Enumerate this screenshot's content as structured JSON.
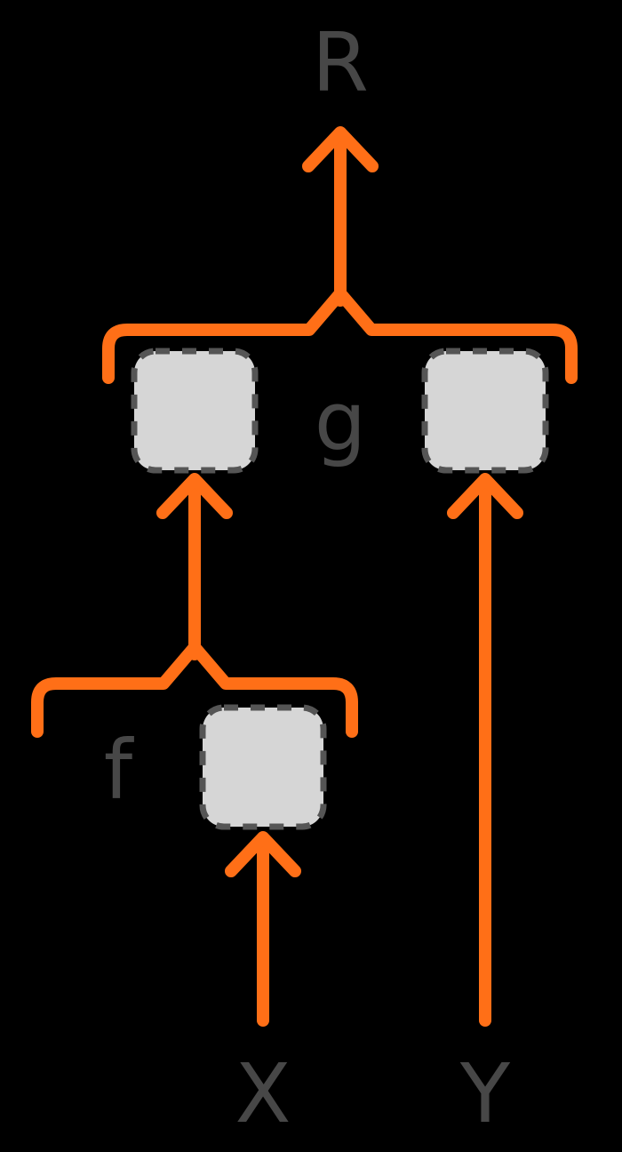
{
  "diagram": {
    "title": "Nested function composition block diagram",
    "background_color": "#000000",
    "wire_color": "#ff6f17",
    "box_fill_color": "#d6d6d6",
    "box_border_color": "#555555",
    "label_color": "#474747",
    "labels": {
      "output": "R",
      "outer_function": "g",
      "inner_function": "f",
      "input_left": "X",
      "input_right": "Y"
    },
    "nodes": [
      {
        "id": "g-left-box",
        "name": "g-operand-left-box"
      },
      {
        "id": "g-right-box",
        "name": "g-operand-right-box"
      },
      {
        "id": "f-box",
        "name": "f-operand-box"
      }
    ],
    "edges": [
      {
        "from": "g-brace",
        "to": "R",
        "name": "g-output-arrow"
      },
      {
        "from": "f-brace",
        "to": "g-left-box",
        "name": "f-output-arrow"
      },
      {
        "from": "X",
        "to": "f-box",
        "name": "x-input-arrow"
      },
      {
        "from": "Y",
        "to": "g-right-box",
        "name": "y-input-arrow"
      }
    ],
    "braces": [
      {
        "id": "g-brace",
        "label": "g",
        "spans": [
          "g-left-box",
          "g-right-box"
        ]
      },
      {
        "id": "f-brace",
        "label": "f",
        "spans": [
          "f-box"
        ]
      }
    ]
  }
}
